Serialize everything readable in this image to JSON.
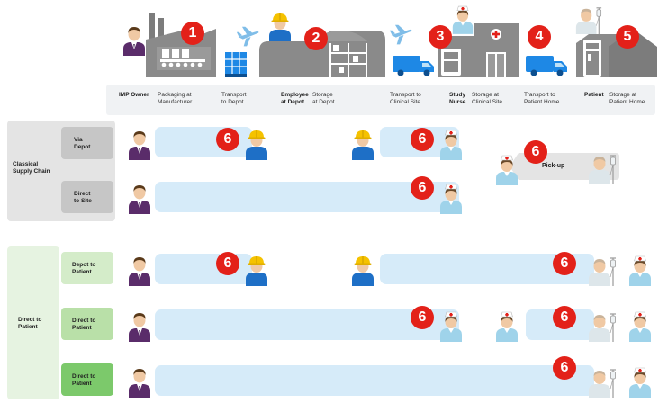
{
  "stages": [
    {
      "actor": "IMP Owner",
      "lines": [
        "Packaging at",
        "Manufacturer"
      ]
    },
    {
      "actor": "",
      "lines": [
        "Transport",
        "to Depot"
      ]
    },
    {
      "actor_lines": [
        "Employee",
        "at Depot"
      ],
      "lines": [
        "Storage",
        "at Depot"
      ]
    },
    {
      "actor": "",
      "lines": [
        "Transport to",
        "Clinical Site"
      ]
    },
    {
      "actor_lines": [
        "Study",
        "Nurse"
      ],
      "lines": [
        "Storage at",
        "Clinical Site"
      ]
    },
    {
      "actor": "",
      "lines": [
        "Transport to",
        "Patient Home"
      ]
    },
    {
      "actor": "Patient",
      "lines": [
        "Storage at",
        "Patient Home"
      ]
    }
  ],
  "badges": [
    "1",
    "2",
    "3",
    "4",
    "5",
    "6"
  ],
  "groups": {
    "classical": {
      "lines": [
        "Classical",
        "Supply Chain"
      ]
    },
    "direct": {
      "lines": [
        "Direct to",
        "Patient"
      ]
    }
  },
  "rows": [
    {
      "lines": [
        "Via",
        "Depot"
      ]
    },
    {
      "lines": [
        "Direct",
        "to Site"
      ]
    },
    {
      "lines": [
        "Depot to",
        "Patient"
      ]
    },
    {
      "lines": [
        "Direct to",
        "Patient"
      ]
    },
    {
      "lines": [
        "Direct to",
        "Patient"
      ]
    }
  ],
  "pickup_label": "Pick-up",
  "colors": {
    "badge": "#e32119",
    "stripe": "#d6ebf9",
    "classical_group": "#e4e4e4",
    "classical_rows": "#c6c6c6",
    "direct_group": "#e6f3e1",
    "direct_rows": [
      "#d4ecc9",
      "#b9e0a8",
      "#7cc96b"
    ],
    "vehicle": "#1e88e5",
    "building": "#8a8a8a"
  },
  "icons": [
    "owner-icon",
    "factory-icon",
    "airplane-icon",
    "pallet-icon",
    "depot-worker-icon",
    "warehouse-icon",
    "truck-icon",
    "nurse-icon",
    "clinic-icon",
    "patient-icon",
    "fridge-icon",
    "home-icon"
  ]
}
